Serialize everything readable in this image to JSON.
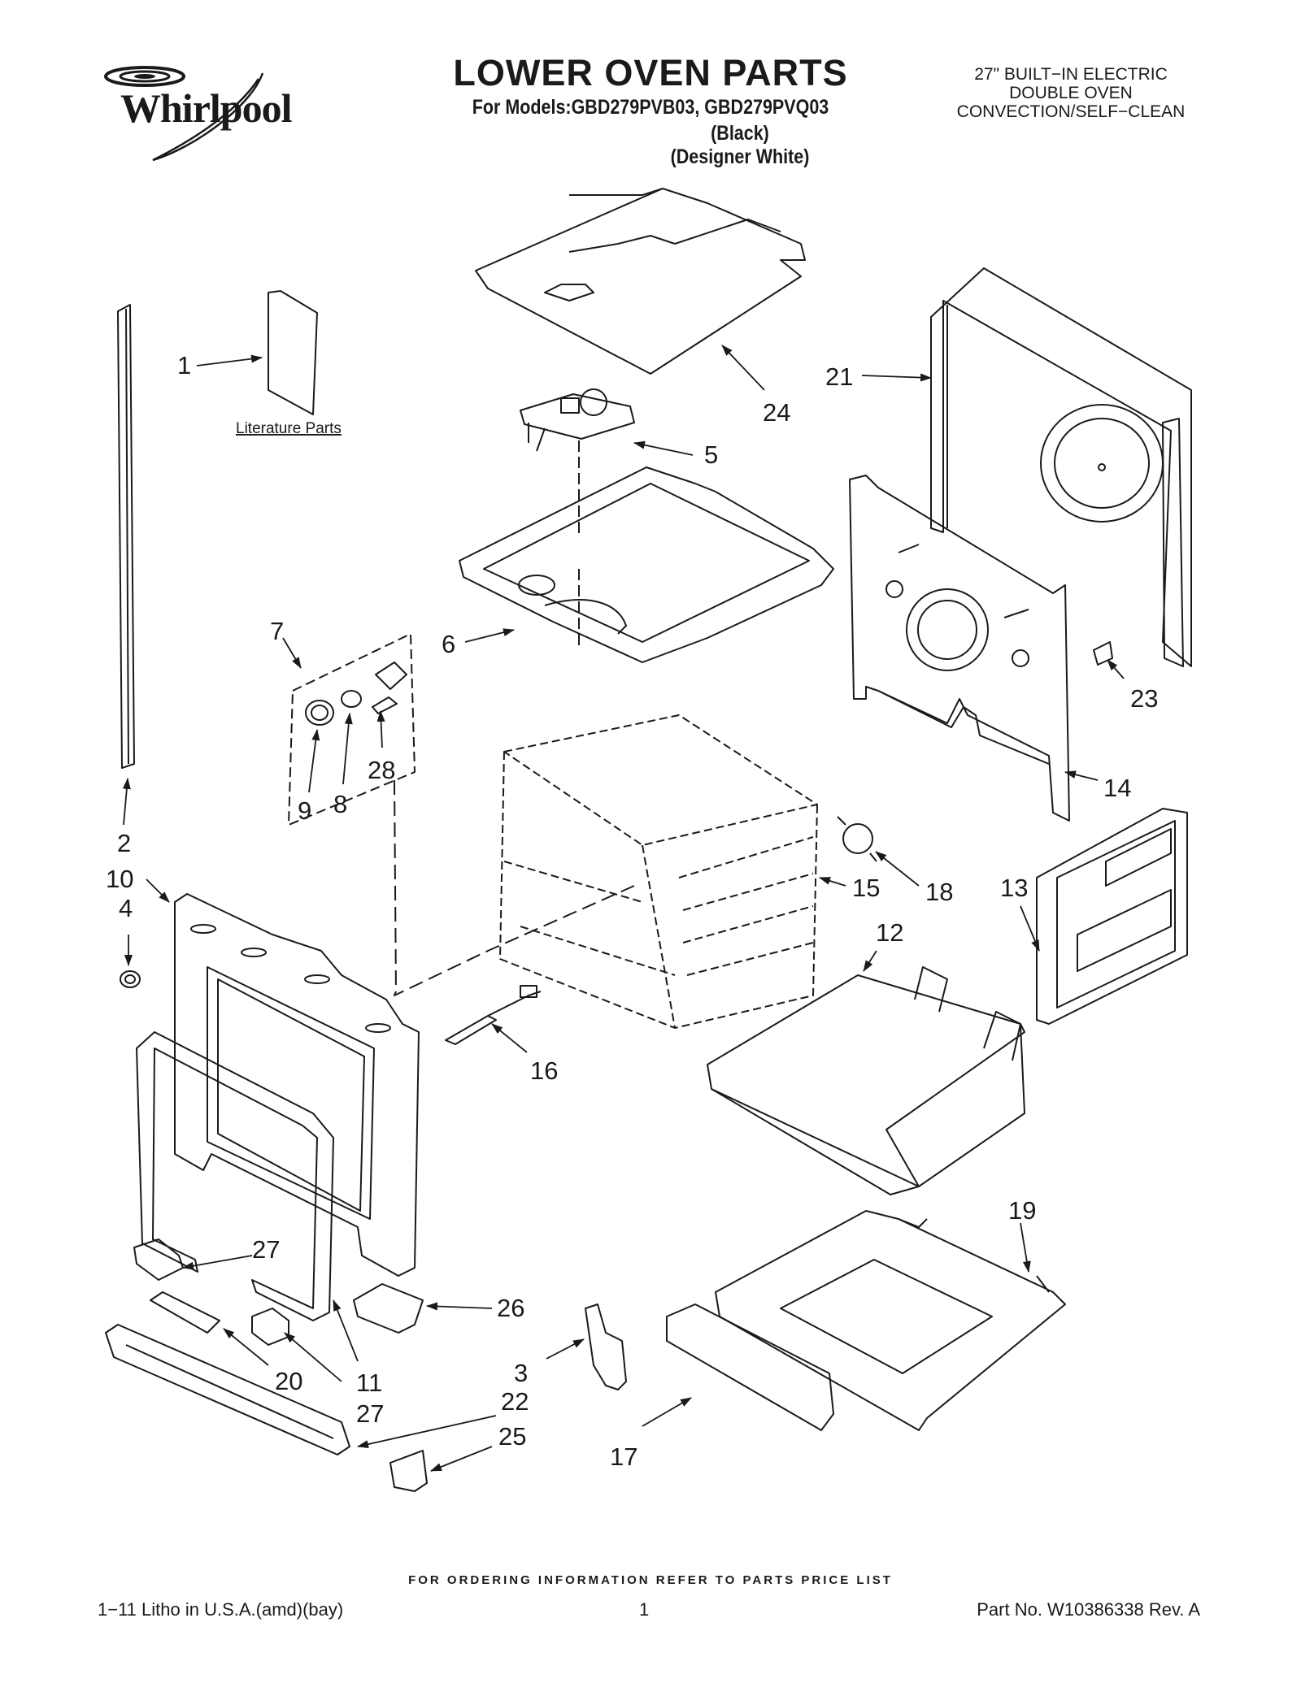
{
  "header": {
    "brand": "Whirlpool",
    "title": "LOWER OVEN PARTS",
    "models": "For Models:GBD279PVB03, GBD279PVQ03",
    "variants": [
      "(Black)",
      "(Designer White)"
    ],
    "product_lines": [
      "27\" BUILT−IN ELECTRIC",
      "DOUBLE OVEN",
      "CONVECTION/SELF−CLEAN"
    ]
  },
  "diagram": {
    "literature_label": "Literature Parts",
    "part_labels": {
      "p1": "1",
      "p2": "2",
      "p3": "3",
      "p4": "4",
      "p5": "5",
      "p6": "6",
      "p7": "7",
      "p8": "8",
      "p9": "9",
      "p10": "10",
      "p11": "11",
      "p12": "12",
      "p13": "13",
      "p14": "14",
      "p15": "15",
      "p16": "16",
      "p17": "17",
      "p18": "18",
      "p19": "19",
      "p20": "20",
      "p21": "21",
      "p22": "22",
      "p23": "23",
      "p24": "24",
      "p25": "25",
      "p26": "26",
      "p27a": "27",
      "p27b": "27",
      "p28": "28"
    }
  },
  "footer": {
    "note": "FOR ORDERING INFORMATION REFER TO PARTS PRICE LIST",
    "litho": "1−11 Litho in U.S.A.(amd)(bay)",
    "page_number": "1",
    "part_number": "Part No. W10386338 Rev. A"
  }
}
